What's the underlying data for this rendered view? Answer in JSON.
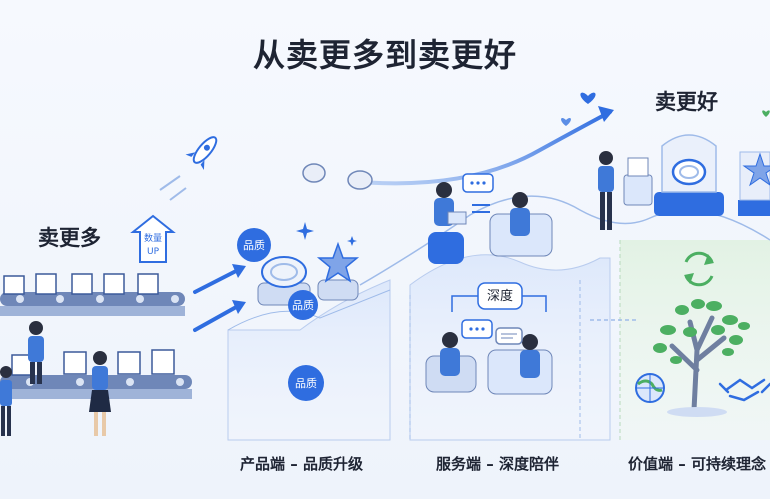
{
  "title": "从卖更多到卖更好",
  "sell_more": {
    "label": "卖更多",
    "quantity_badge": {
      "line1": "数量",
      "line2": "UP"
    }
  },
  "sell_better": {
    "label": "卖更好"
  },
  "product_stage": {
    "badge_label": "品质",
    "caption": "产品端 – 品质升级"
  },
  "service_stage": {
    "badge_label": "深度",
    "caption": "服务端 – 深度陪伴"
  },
  "value_stage": {
    "caption": "价值端 – 可持续理念"
  },
  "colors": {
    "accent": "#2f6de0",
    "accent_light": "#dbe7fb",
    "dark_text": "#1e2433",
    "green_panel": "#e6f4e8",
    "tree_green": "#4caf62"
  },
  "icons": [
    "rocket-icon",
    "coin-icon",
    "star-icon",
    "sparkle-icon",
    "heart-icon",
    "chat-bubble-icon",
    "recycle-icon",
    "globe-icon",
    "handshake-icon",
    "tree-icon",
    "arrow-up-icon"
  ]
}
